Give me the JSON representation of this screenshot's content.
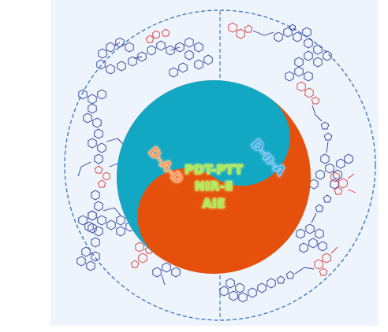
{
  "colors": {
    "page_background": "#ffffff",
    "panel_background": "#eef4fb",
    "outer_ring_dashes": "#3b6fc4",
    "yin_teal": "#12a8c4",
    "yang_orange": "#e5510d",
    "center_text": "#9fe85a",
    "center_text_glow": "#f2ee7a",
    "dad_label": "#ff8a5c",
    "dad_label_glow": "#fff0b3",
    "dpia_label": "#2aa7e6",
    "dpia_label_glow": "#d7f2ff",
    "molecule_donor": "#2b3a9b",
    "molecule_acceptor": "#e03a3a"
  },
  "diagram": {
    "center_lines": [
      "PDT-PTT",
      "NIR-Ⅱ",
      "AIE"
    ],
    "left_label": "D-A-D",
    "right_label": "D-π-A"
  },
  "icons": {
    "yin_yang": "yin-yang-icon",
    "molecule": "molecule-structure-icon"
  }
}
